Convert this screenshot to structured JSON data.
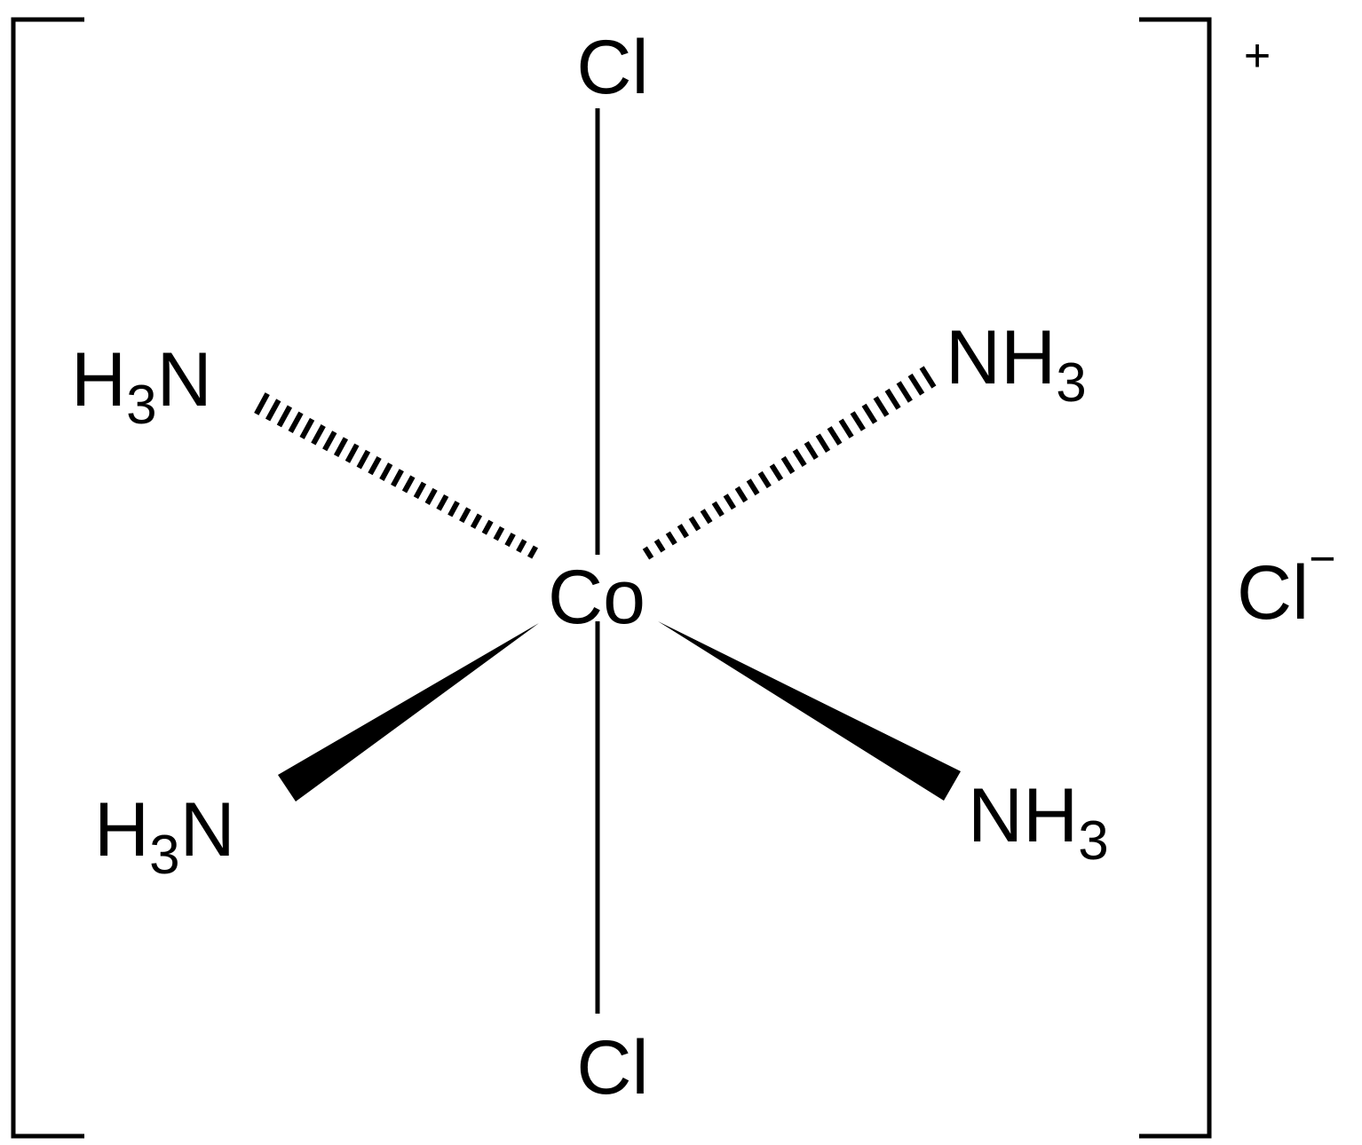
{
  "molecule": {
    "center_atom": "Co",
    "ligands": {
      "axial_top": "Cl",
      "axial_bottom": "Cl",
      "upper_left": {
        "main": "H",
        "sub": "3",
        "tail": "N"
      },
      "upper_right": {
        "main": "NH",
        "sub": "3"
      },
      "lower_left": {
        "main": "H",
        "sub": "3",
        "tail": "N"
      },
      "lower_right": {
        "main": "NH",
        "sub": "3"
      }
    },
    "complex_charge": "+",
    "counter_ion": {
      "symbol": "Cl",
      "charge": "−"
    }
  }
}
